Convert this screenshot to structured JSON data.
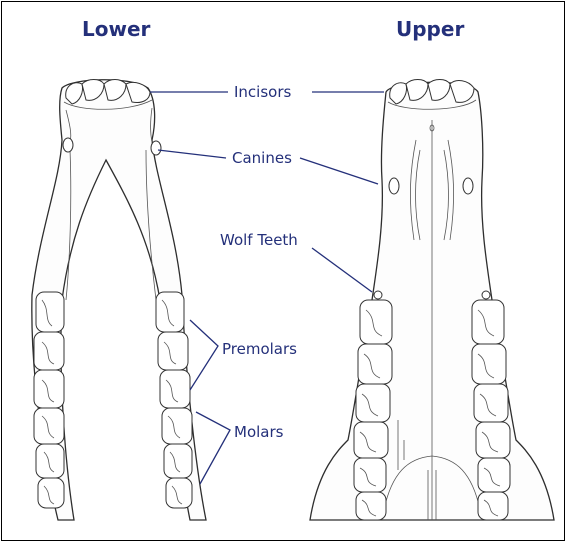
{
  "title_lower": "Lower",
  "title_upper": "Upper",
  "labels": {
    "incisors": "Incisors",
    "canines": "Canines",
    "wolf_teeth": "Wolf Teeth",
    "premolars": "Premolars",
    "molars": "Molars"
  },
  "colors": {
    "label_text": "#24307a",
    "outline": "#2e2e2e",
    "border": "#000000"
  }
}
